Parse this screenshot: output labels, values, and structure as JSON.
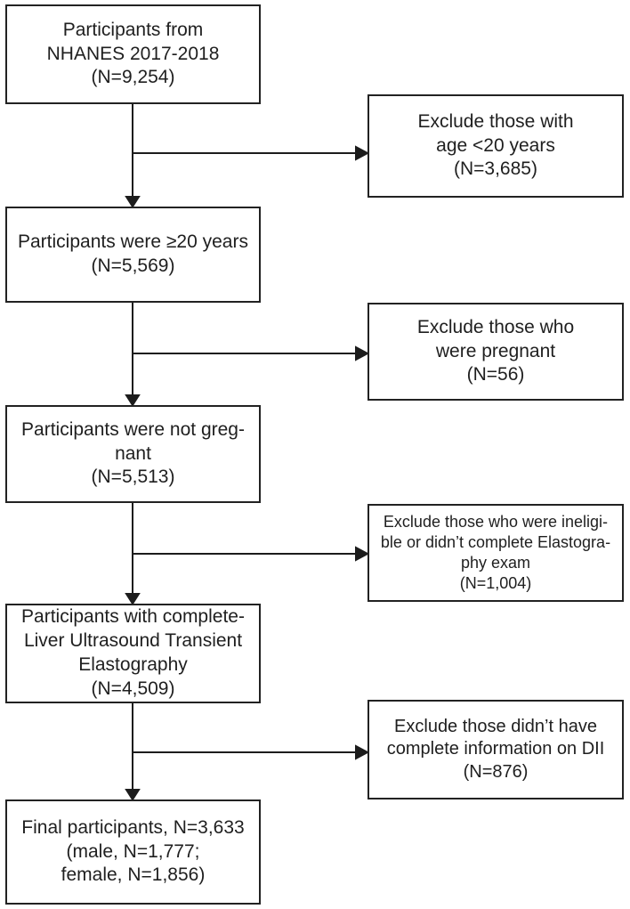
{
  "flow": {
    "main_boxes": [
      {
        "text": "Participants from\nNHANES 2017-2018\n(N=9,254)"
      },
      {
        "text": "Participants were ≥20 years\n(N=5,569)"
      },
      {
        "text": "Participants were not greg-\nnant\n(N=5,513)"
      },
      {
        "text": "Participants with complete-\nLiver Ultrasound Transient\nElastography\n(N=4,509)"
      },
      {
        "text": "Final participants, N=3,633\n(male, N=1,777;\nfemale, N=1,856)"
      }
    ],
    "exclusion_boxes": [
      {
        "text": "Exclude those with\nage <20 years\n(N=3,685)"
      },
      {
        "text": "Exclude those who\nwere pregnant\n(N=56)"
      },
      {
        "text": "Exclude those who were ineligi-\nble or didn’t complete Elastogra-\nphy exam\n(N=1,004)"
      },
      {
        "text": "Exclude those didn’t have\ncomplete information on DII\n(N=876)"
      }
    ],
    "colors": {
      "background": "#ffffff",
      "box_border": "#222222",
      "line": "#1c1c1c",
      "text": "#1f1f1f"
    }
  }
}
